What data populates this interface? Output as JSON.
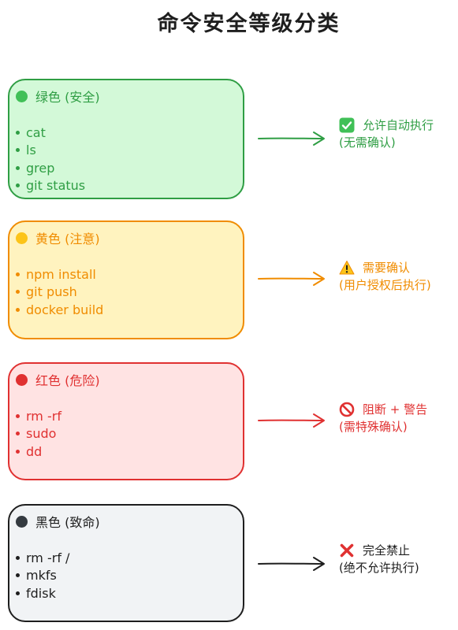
{
  "title": "命令安全等级分类",
  "levels": [
    {
      "header": "绿色 (安全)",
      "commands": [
        "cat",
        "ls",
        "grep",
        "git status"
      ],
      "result_line1": "允许自动执行",
      "result_line2": "(无需确认)",
      "icon": "check-mark-icon",
      "colors": {
        "stroke": "#2f9e44",
        "fill": "#d3f9d8",
        "dot": "#40c057",
        "text": "#2f9e44"
      }
    },
    {
      "header": "黄色 (注意)",
      "commands": [
        "npm install",
        "git push",
        "docker build"
      ],
      "result_line1": "需要确认",
      "result_line2": "(用户授权后执行)",
      "icon": "warning-icon",
      "colors": {
        "stroke": "#f08c00",
        "fill": "#fff3bf",
        "dot": "#fcc419",
        "text": "#f08c00"
      }
    },
    {
      "header": "红色 (危险)",
      "commands": [
        "rm -rf",
        "sudo",
        "dd"
      ],
      "result_line1": "阻断 + 警告",
      "result_line2": "(需特殊确认)",
      "icon": "prohibited-icon",
      "colors": {
        "stroke": "#e03131",
        "fill": "#ffe3e3",
        "dot": "#e03131",
        "text": "#e03131"
      }
    },
    {
      "header": "黑色 (致命)",
      "commands": [
        "rm -rf /",
        "mkfs",
        "fdisk"
      ],
      "result_line1": "完全禁止",
      "result_line2": "(绝不允许执行)",
      "icon": "cross-mark-icon",
      "colors": {
        "stroke": "#1e1e1e",
        "fill": "#f1f3f5",
        "dot": "#343a40",
        "text": "#1e1e1e"
      }
    }
  ]
}
